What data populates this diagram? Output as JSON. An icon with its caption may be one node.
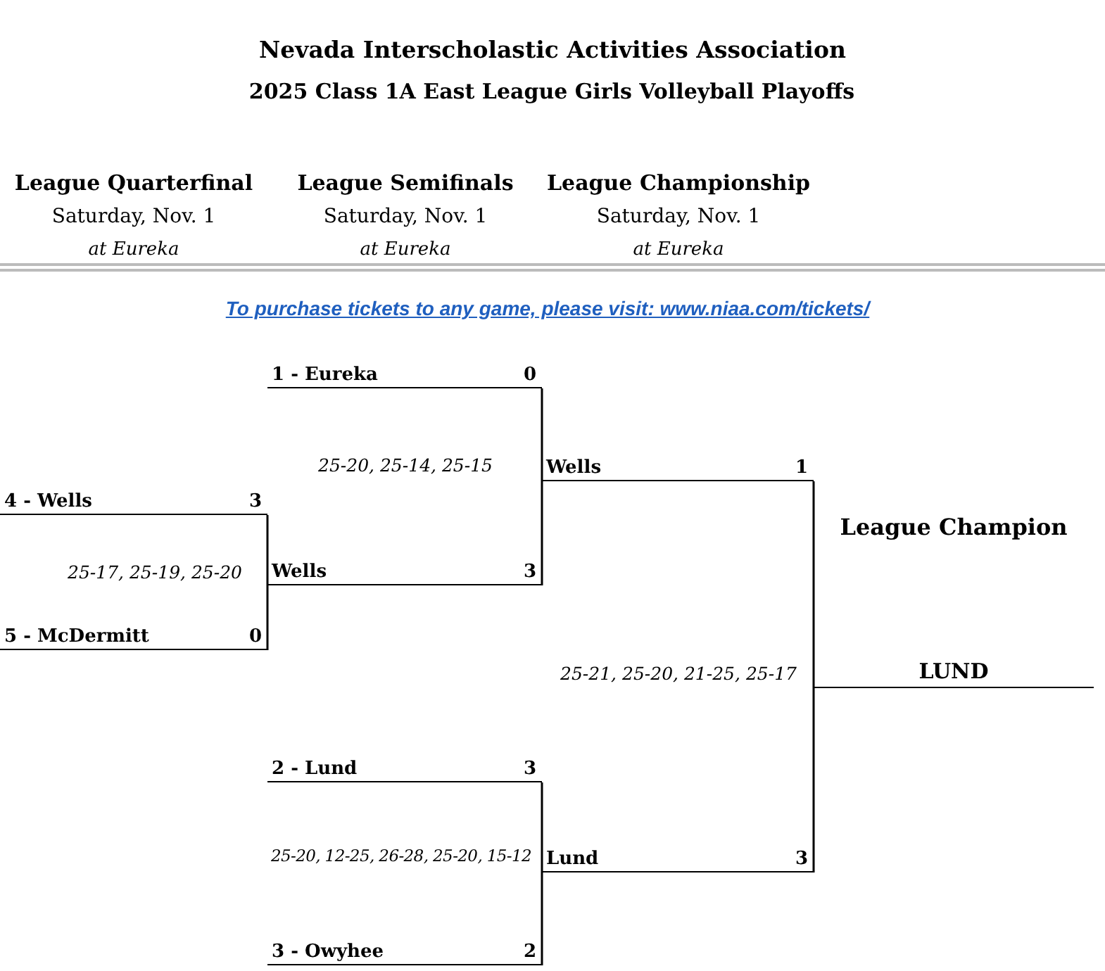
{
  "diagram": {
    "title": "Nevada Interscholastic Activities Association",
    "nodes": [
      {
        "text": [
          "4 - Wells",
          "3"
        ]
      },
      {
        "text": [
          "5 - McDermitt",
          "0"
        ]
      },
      {
        "text": [
          "1 - Eureka",
          "0"
        ]
      },
      {
        "text": [
          "Wells",
          "3"
        ]
      },
      {
        "text": [
          "2 - Lund",
          "3"
        ]
      },
      {
        "text": [
          "3 - Owyhee",
          "2"
        ]
      },
      {
        "text": [
          "Wells",
          "1"
        ]
      },
      {
        "text": [
          "Lund",
          "3"
        ]
      },
      {
        "text": [
          "League Champion",
          "LUND"
        ]
      }
    ],
    "edges": [
      {
        "from": 0,
        "to": 3,
        "arrow": "none"
      },
      {
        "from": 1,
        "to": 3,
        "arrow": "none"
      },
      {
        "from": 2,
        "to": 6,
        "arrow": "none"
      },
      {
        "from": 3,
        "to": 6,
        "arrow": "none"
      },
      {
        "from": 4,
        "to": 7,
        "arrow": "none"
      },
      {
        "from": 5,
        "to": 7,
        "arrow": "none"
      },
      {
        "from": 6,
        "to": 8,
        "arrow": "none"
      },
      {
        "from": 7,
        "to": 8,
        "arrow": "none"
      }
    ],
    "labels": [
      "2025 Class 1A East League Girls Volleyball Playoffs",
      "League Quarterfinal",
      "League Semifinals",
      "League Championship",
      "Saturday, Nov. 1",
      "Saturday, Nov. 1",
      "Saturday, Nov. 1",
      "at Eureka",
      "at Eureka",
      "at Eureka",
      "To purchase tickets to any game, please visit: www.niaa.com/tickets/",
      "25-20, 25-14, 25-15",
      "25-17, 25-19, 25-20",
      "25-21, 25-20, 21-25, 25-17",
      "25-20, 12-25, 26-28, 25-20, 15-12"
    ]
  }
}
